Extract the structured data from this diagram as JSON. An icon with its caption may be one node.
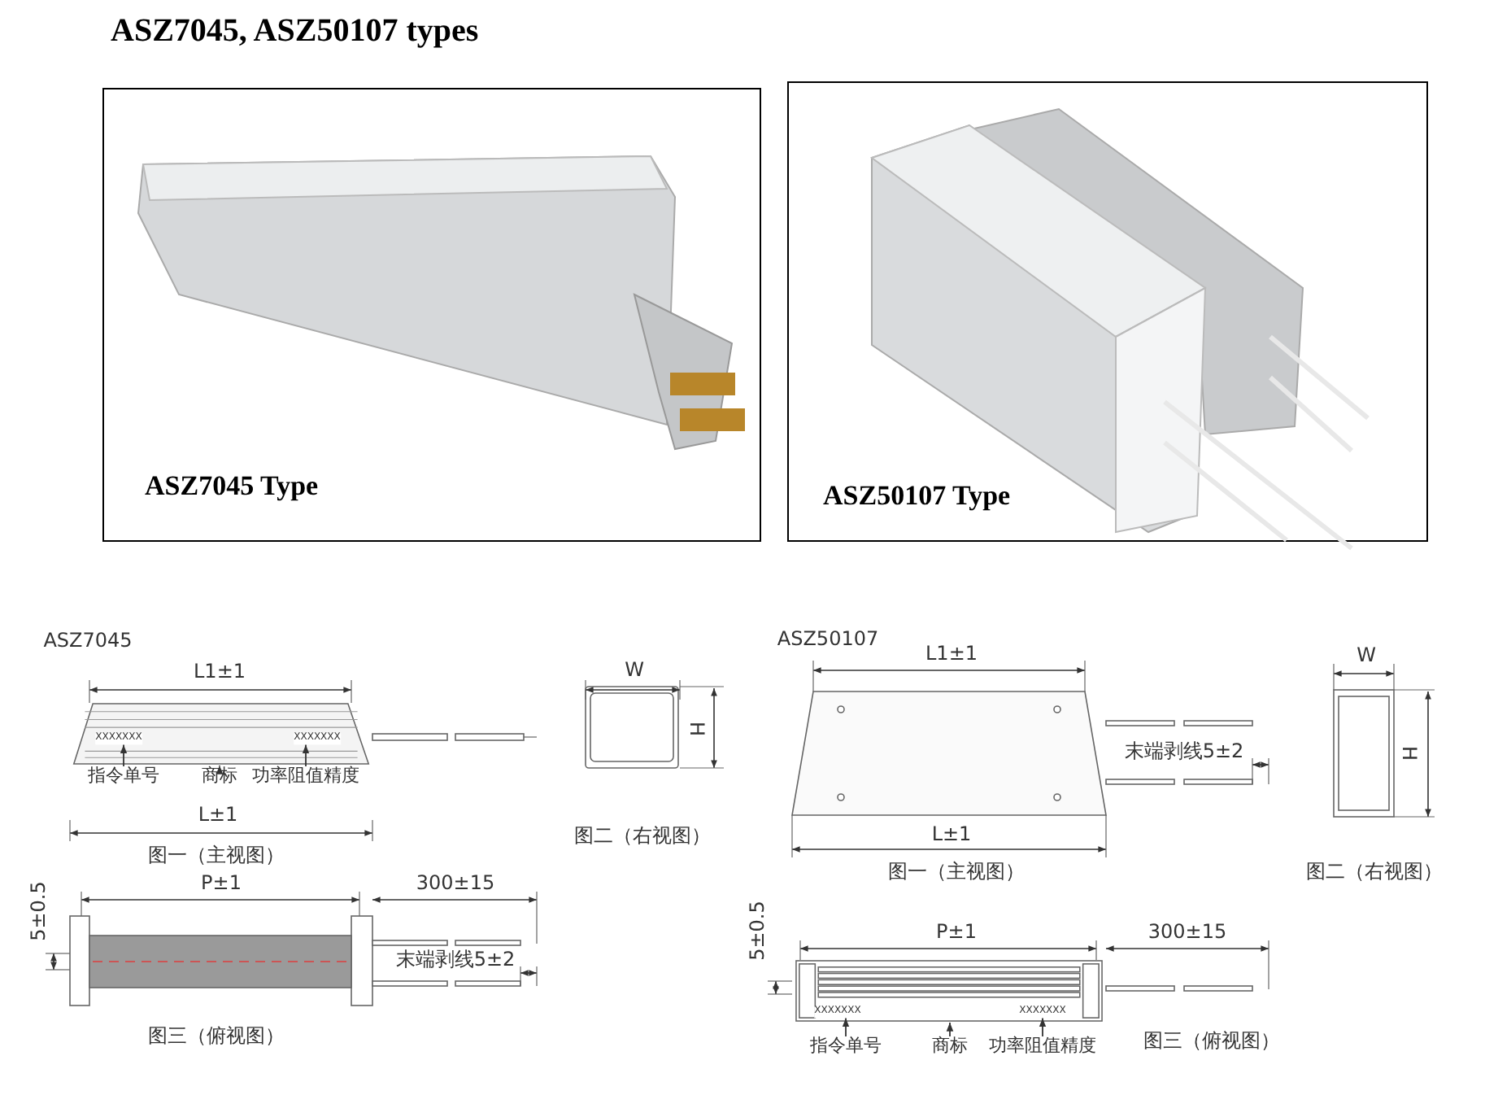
{
  "diagram": {
    "title": "ASZ7045, ASZ50107 types",
    "nodes": [
      {
        "text": [
          "ASZ7045 Type"
        ]
      },
      {
        "text": [
          "ASZ50107 Type"
        ]
      },
      {
        "text": [],
        "shape": "picture"
      },
      {
        "text": [
          "XXXXXXX"
        ],
        "in": 2
      },
      {
        "text": [
          "XXXXXXX"
        ],
        "in": 2
      },
      {
        "text": [
          "指令单号"
        ]
      },
      {
        "text": [
          "商标"
        ]
      },
      {
        "text": [
          "功率阻值精度"
        ]
      },
      {
        "text": [],
        "shape": "picture"
      },
      {
        "text": [
          "XXXXXXX"
        ],
        "in": 8
      },
      {
        "text": [
          "XXXXXXX"
        ],
        "in": 8
      },
      {
        "text": [
          "指令单号"
        ]
      },
      {
        "text": [
          "商标"
        ]
      },
      {
        "text": [
          "功率阻值精度"
        ]
      }
    ],
    "edges": [
      {
        "from": 5,
        "to": 3,
        "arrow": "to"
      },
      {
        "from": 6,
        "to": 2,
        "arrow": "to"
      },
      {
        "from": 7,
        "to": 4,
        "arrow": "to"
      },
      {
        "from": 11,
        "to": 9,
        "arrow": "to"
      },
      {
        "from": 12,
        "to": 8,
        "arrow": "to"
      },
      {
        "from": 13,
        "to": 10,
        "arrow": "to"
      }
    ],
    "labels": [
      "ASZ7045",
      "L1±1",
      "W",
      "H",
      "L±1",
      "图一（主视图）",
      "图二（右视图）",
      "5±0.5",
      "P±1",
      "300±15",
      "末端剥线5±2",
      "图三（俯视图）",
      "ASZ50107",
      "L1±1",
      "W",
      "末端剥线5±2",
      "H",
      "L±1",
      "图一（主视图）",
      "图二（右视图）",
      "5±0.5",
      "P±1",
      "300±15",
      "图三（俯视图）"
    ]
  }
}
